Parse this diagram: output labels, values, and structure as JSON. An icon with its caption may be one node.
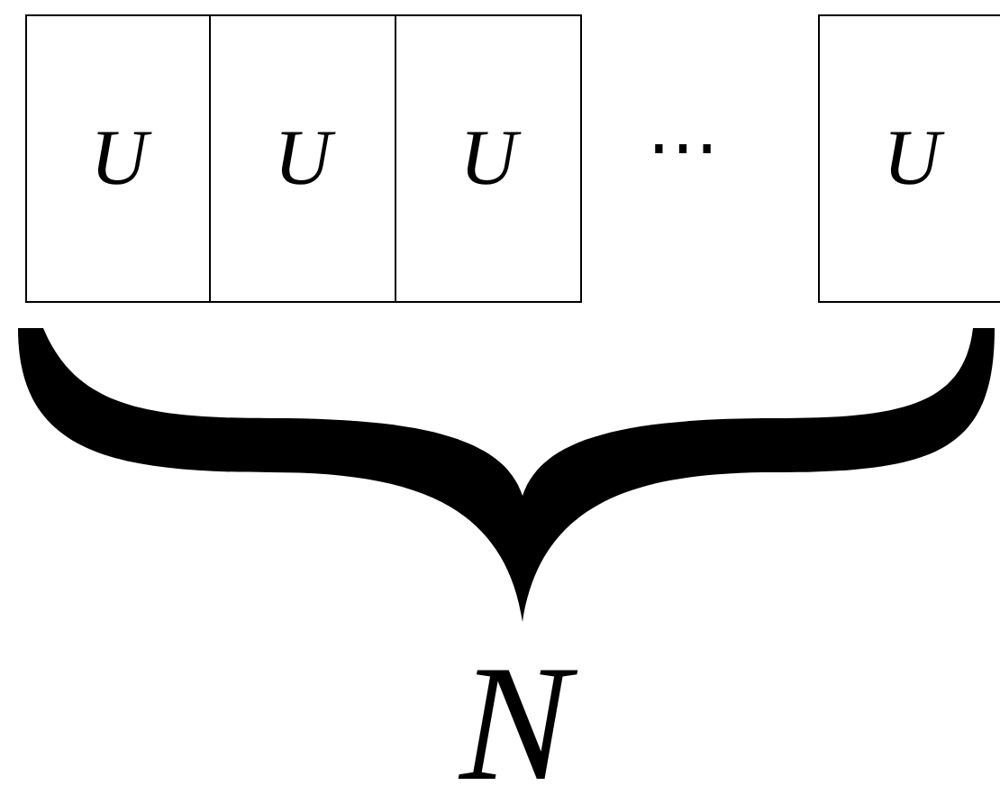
{
  "diagram": {
    "nodes": [
      {
        "text": [
          "U"
        ]
      },
      {
        "text": [
          "U"
        ]
      },
      {
        "text": [
          "U"
        ]
      },
      {
        "text": [
          "U"
        ]
      }
    ],
    "labels": [
      "⋯",
      "N"
    ]
  }
}
